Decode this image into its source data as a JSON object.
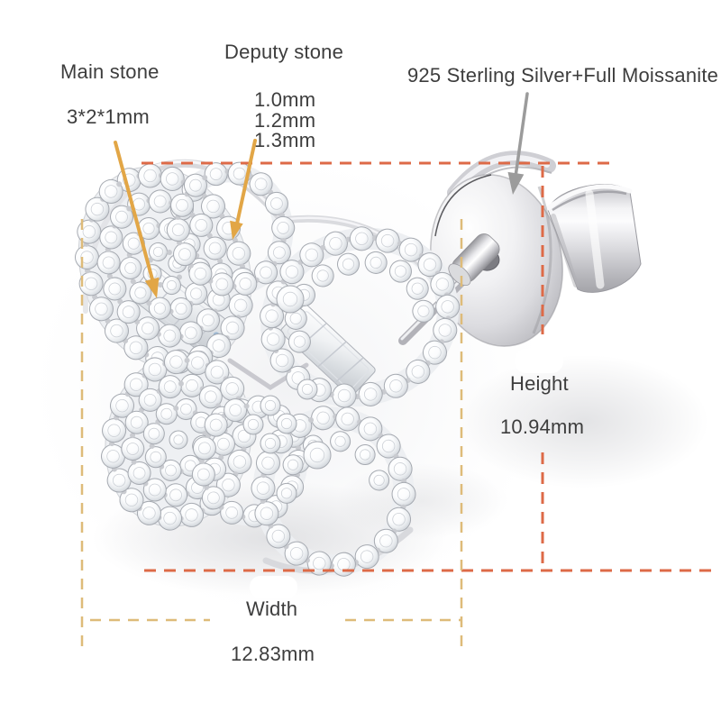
{
  "annotations": {
    "main_stone": {
      "label": "Main stone",
      "size": "3*2*1mm"
    },
    "deputy_stone": {
      "label": "Deputy stone",
      "sizes": [
        "1.0mm",
        "1.2mm",
        "1.3mm"
      ]
    },
    "material_label": "925 Sterling Silver+Full Moissanite",
    "height": {
      "label": "Height",
      "value": "10.94mm"
    },
    "width": {
      "label": "Width",
      "value": "12.83mm"
    }
  },
  "colors": {
    "text": "#3d3d3d",
    "dash_red": "#dd6a47",
    "dash_gold": "#debb79",
    "arrow_gold": "#e2a646",
    "arrow_gray": "#9b9b9b"
  }
}
